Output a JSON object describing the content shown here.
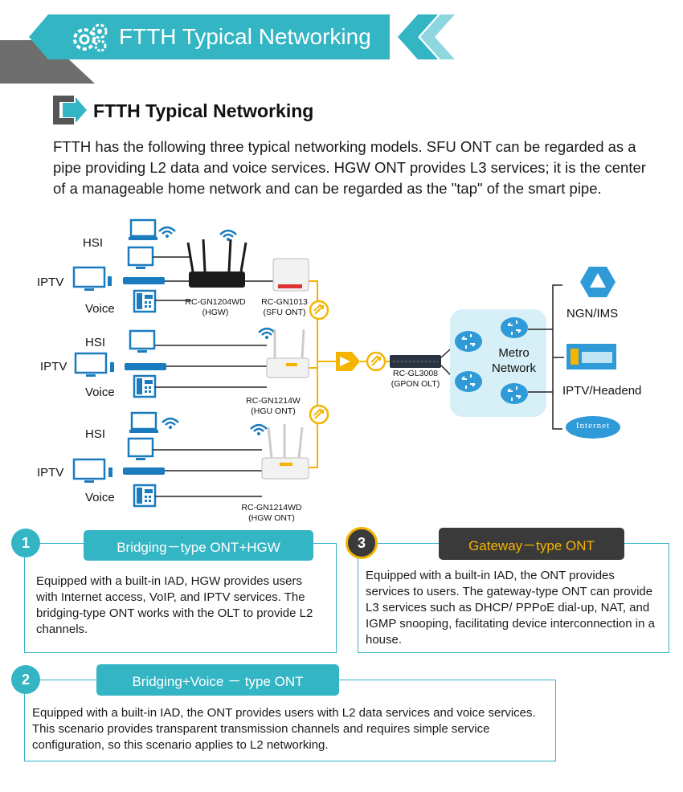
{
  "banner": {
    "title": "FTTH Typical Networking"
  },
  "section": {
    "title": "FTTH Typical Networking",
    "intro": "FTTH has the following three typical networking models. SFU ONT can be regarded as a pipe providing L2 data and voice services. HGW ONT provides L3 services; it is the center of a manageable home network and can be regarded as the \"tap\" of the smart pipe."
  },
  "diagram": {
    "g1": {
      "hsi": "HSI",
      "iptv": "IPTV",
      "voice": "Voice"
    },
    "g2": {
      "hsi": "HSI",
      "iptv": "IPTV",
      "voice": "Voice"
    },
    "g3": {
      "hsi": "HSI",
      "iptv": "IPTV",
      "voice": "Voice"
    },
    "hgw": "RC-GN1204WD\n(HGW)",
    "sfu": "RC-GN1013\n(SFU ONT)",
    "hgu": "RC-GN1214W\n(HGU ONT)",
    "hgw2": "RC-GN1214WD\n(HGW ONT)",
    "olt": "RC-GL3008\n(GPON OLT)",
    "metro": "Metro\nNetwork",
    "ngn": "NGN/IMS",
    "iptv_head": "IPTV/Headend",
    "internet": "Internet"
  },
  "cards": [
    {
      "num": "1",
      "title": "Bridging－type ONT+HGW",
      "text": "Equipped with a built-in IAD, HGW provides users with Internet access, VoIP, and IPTV services. The bridging-type ONT works with the OLT to provide L2 channels."
    },
    {
      "num": "2",
      "title": "Bridging+Voice － type ONT",
      "text": "Equipped with a built-in IAD, the ONT provides users with L2 data services and voice services. This scenario provides transparent transmission channels and requires simple service configuration, so this scenario applies to L2 networking."
    },
    {
      "num": "3",
      "title": "Gateway－type ONT",
      "text": "Equipped with a built-in IAD, the ONT provides services to users. The gateway-type ONT can provide L3 services such as DHCP/ PPPoE dial-up, NAT, and IGMP snooping, facilitating device interconnection in a house."
    }
  ],
  "colors": {
    "teal": "#33b5c4",
    "dark": "#3a3a3a",
    "gray": "#777777",
    "gold": "#f5b400"
  }
}
